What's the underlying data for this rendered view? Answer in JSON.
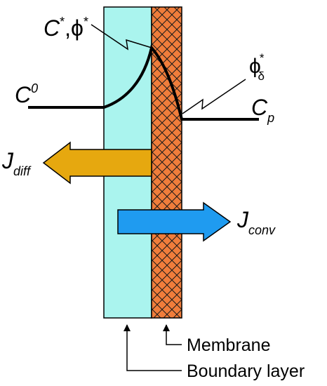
{
  "labels": {
    "c_star_phi_star": {
      "base": "C",
      "sup1": "*",
      "sep": ",",
      "phi": "ϕ",
      "sup2": "*"
    },
    "phi_delta_star": {
      "phi": "ϕ",
      "sub": "δ",
      "sup": "*"
    },
    "c0": {
      "base": "C",
      "sup": "0"
    },
    "cp": {
      "base": "C",
      "sub": "p"
    },
    "j_diff": {
      "base": "J",
      "sub": "diff"
    },
    "j_conv": {
      "base": "J",
      "sub": "conv"
    },
    "membrane": "Membrane",
    "boundary_layer": "Boundary layer"
  },
  "colors": {
    "boundary_layer_fill": "#aaf4ee",
    "membrane_fill": "#f07d3b",
    "membrane_hatch": "#1a1a1a",
    "j_diff_arrow": "#e6a80f",
    "j_conv_arrow": "#1f9bf0",
    "outline": "#000000"
  }
}
